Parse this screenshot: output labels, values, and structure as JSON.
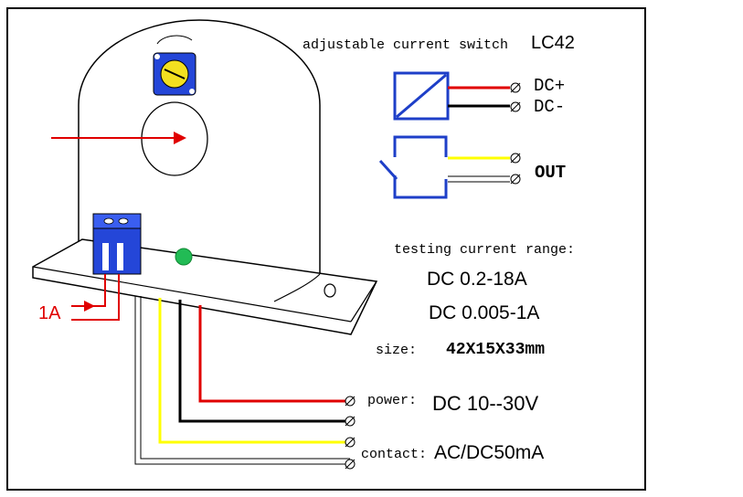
{
  "title": {
    "description": "adjustable current switch",
    "model": "LC42"
  },
  "power_terminals": {
    "positive": "DC+",
    "negative": "DC-"
  },
  "output_terminal": {
    "label": "OUT"
  },
  "specs": {
    "range_label": "testing current range:",
    "range_1": "DC 0.2-18A",
    "range_2": "DC 0.005-1A",
    "size_label": "size:",
    "size_value": "42X15X33mm"
  },
  "wires": {
    "power_label": "power:",
    "power_value": "DC 10--30V",
    "contact_label": "contact:",
    "contact_value": "AC/DC50mA"
  },
  "input": {
    "range_jumper_label": "1A"
  },
  "colors": {
    "wire_positive": "#e00000",
    "wire_negative": "#000000",
    "wire_signal": "#ffff00",
    "wire_white": "#ffffff",
    "symbol_blue": "#1e3fc8",
    "terminal_blue": "#2446d8",
    "led_green": "#22bb55",
    "arrow_red": "#e00000"
  },
  "icons": [
    "sensor-body",
    "adjust-potentiometer-icon",
    "current-hole",
    "terminal-block",
    "status-led",
    "relay-coil-symbol",
    "switch-contact-symbol",
    "screw-terminal-icon"
  ]
}
